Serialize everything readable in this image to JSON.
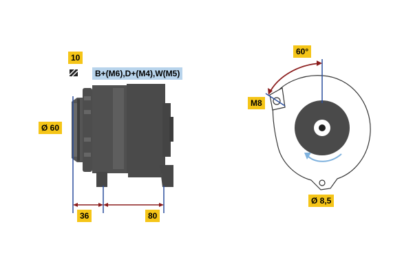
{
  "labels": {
    "number_10": "10",
    "connections": "B+(M6),D+(M4),W(M5)",
    "diameter_60": "Ø 60",
    "dim_36": "36",
    "dim_80": "80",
    "angle_60": "60°",
    "bolt_m8": "M8",
    "diameter_8_5": "Ø 8,5"
  },
  "colors": {
    "label_yellow": "#f5c518",
    "label_blue": "#b8d4ec",
    "body_dark": "#4a4a4a",
    "body_mid": "#5e5e5e",
    "dim_line_blue": "#2b4f9e",
    "dim_arrow_red": "#8b1d1d"
  }
}
